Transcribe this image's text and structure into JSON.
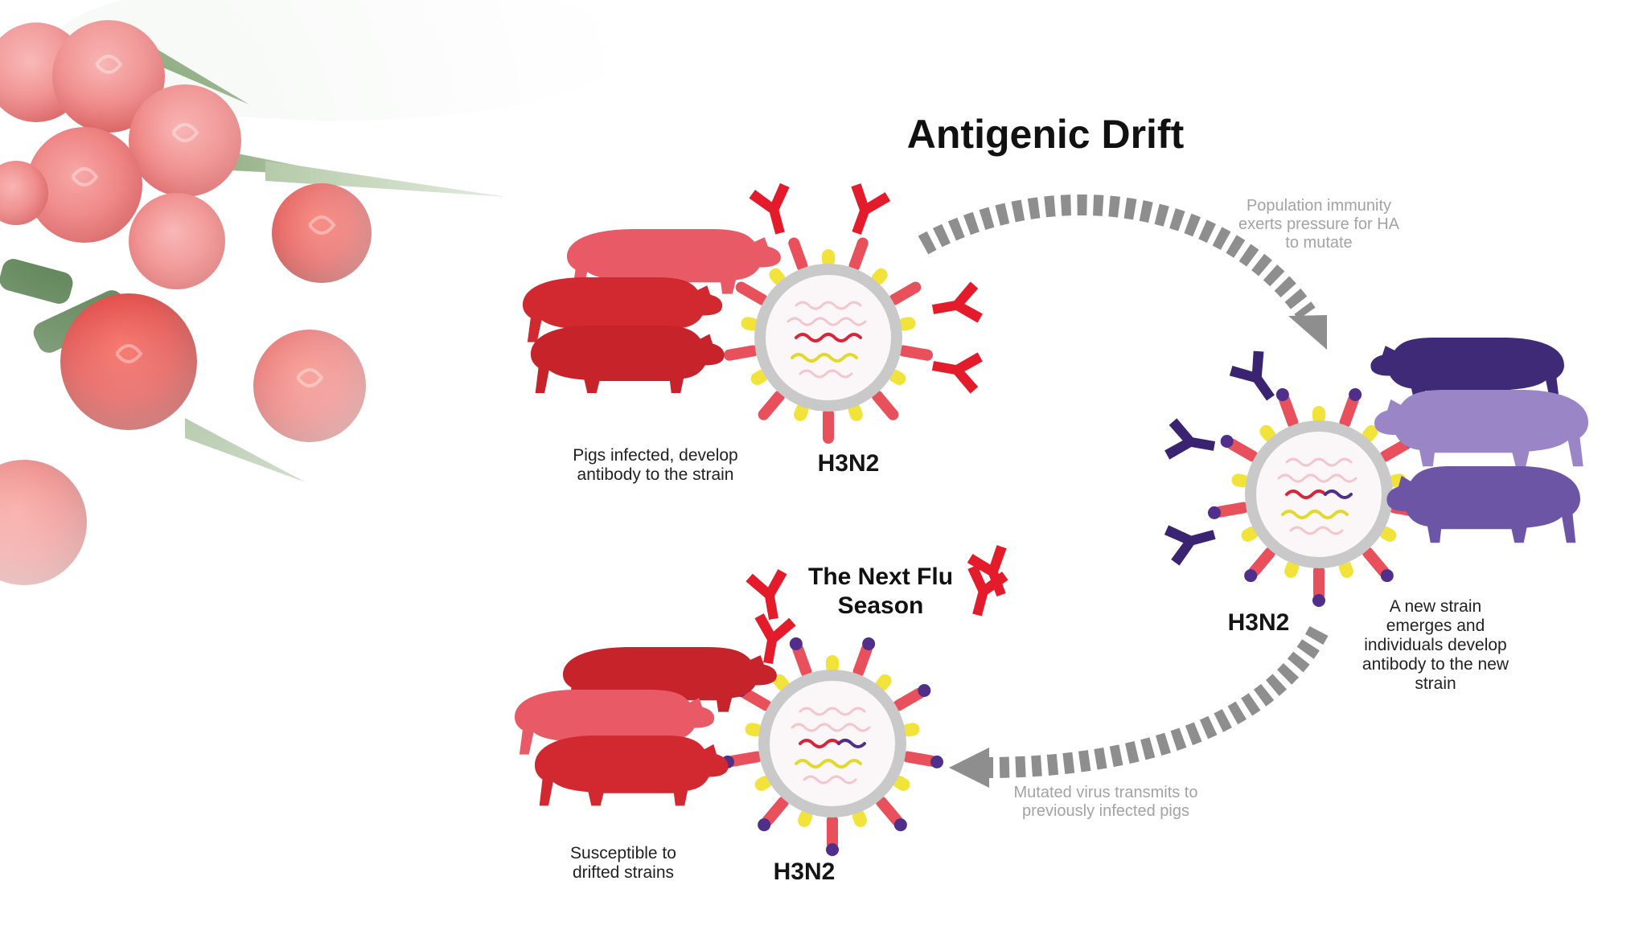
{
  "title": "Antigenic Drift",
  "stages": {
    "first_infection": {
      "caption": "Pigs infected, develop antibody to the strain",
      "strain": "H3N2"
    },
    "new_strain": {
      "caption": "A new strain emerges and individuals develop antibody to the new strain",
      "strain": "H3N2"
    },
    "next_season": {
      "heading": "The Next Flu Season",
      "caption": "Susceptible to drifted strains",
      "strain": "H3N2"
    }
  },
  "arrows": {
    "immunity_pressure": "Population immunity exerts pressure for HA to mutate",
    "transmission": "Mutated virus transmits to previously infected pigs"
  },
  "colors": {
    "red_pig": "#d2282f",
    "pink_pig": "#e85a66",
    "dark_red_pig": "#c7232a",
    "purple_dark": "#3f2a78",
    "purple_light": "#9a85c6",
    "purple_mid": "#6d55a6",
    "spike_red": "#e8505c",
    "spike_yellow": "#f2e33a",
    "arrow_grey": "#8e8e8e"
  },
  "icons": [
    "flower-bouquet-image",
    "pig-icon",
    "virus-icon",
    "antibody-icon",
    "curved-arrow-icon"
  ]
}
